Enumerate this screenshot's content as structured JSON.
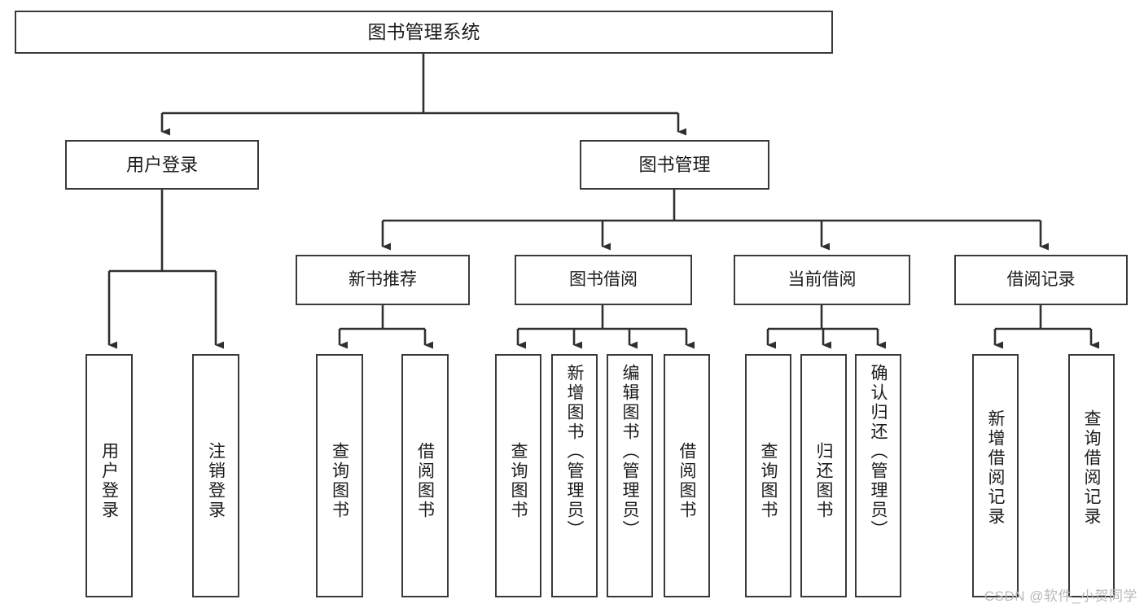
{
  "diagram": {
    "title": "图书管理系统",
    "type": "tree-hierarchy-diagram",
    "colors": {
      "box_border": "#3a3a3a",
      "box_fill": "#ffffff",
      "edge": "#2f2f2f",
      "text": "#1b1b1b",
      "watermark": "#b9b9b9",
      "background": "#ffffff"
    },
    "root": {
      "label": "图书管理系统"
    },
    "level1": [
      {
        "label": "用户登录"
      },
      {
        "label": "图书管理"
      }
    ],
    "level2": [
      {
        "label": "新书推荐"
      },
      {
        "label": "图书借阅"
      },
      {
        "label": "当前借阅"
      },
      {
        "label": "借阅记录"
      }
    ],
    "leaves": {
      "user_login": [
        {
          "label": "用户登录"
        },
        {
          "label": "注销登录"
        }
      ],
      "new_book_recommend": [
        {
          "label": "查询图书"
        },
        {
          "label": "借阅图书"
        }
      ],
      "book_borrow": [
        {
          "label": "查询图书"
        },
        {
          "label": "新增图书（管理员）"
        },
        {
          "label": "编辑图书（管理员）"
        },
        {
          "label": "借阅图书"
        }
      ],
      "current_borrow": [
        {
          "label": "查询图书"
        },
        {
          "label": "归还图书"
        },
        {
          "label": "确认归还（管理员）"
        }
      ],
      "borrow_record": [
        {
          "label": "新增借阅记录"
        },
        {
          "label": "查询借阅记录"
        }
      ]
    },
    "watermark": "CSDN @软件_小贺同学"
  }
}
